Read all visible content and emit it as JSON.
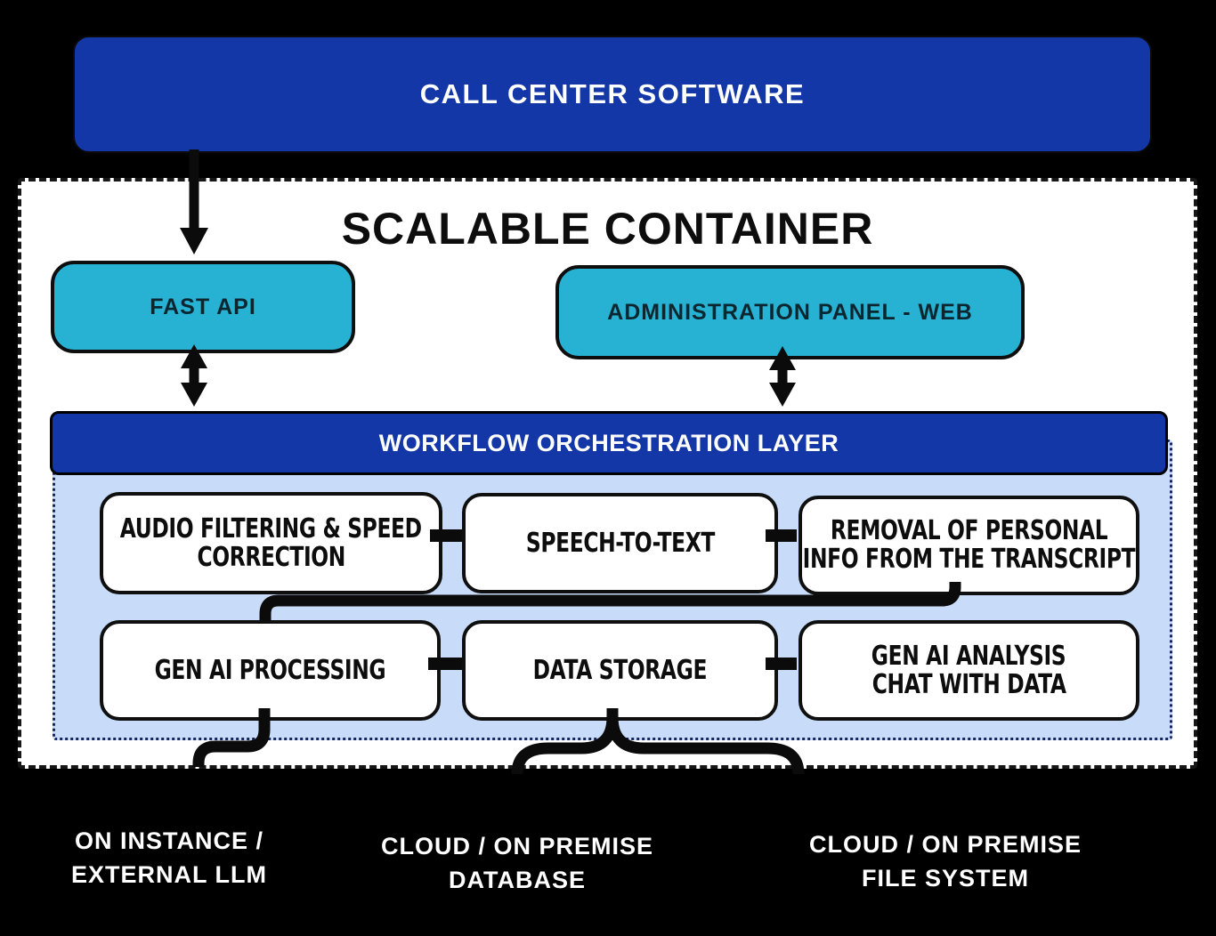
{
  "colors": {
    "background": "#000000",
    "primary_blue": "#1437a8",
    "cyan": "#27b2d4",
    "light_blue_panel": "#c8dcf9",
    "panel_dotted_border": "#16245e",
    "box_border": "#0f0f0f",
    "connector_black": "#0b0b0b",
    "text_white": "#ffffff",
    "text_dark": "#0d0d0d"
  },
  "top_banner": {
    "label": "CALL CENTER SOFTWARE"
  },
  "container": {
    "title": "SCALABLE CONTAINER",
    "fast_api": {
      "label": "FAST API"
    },
    "admin_panel": {
      "label": "ADMINISTRATION PANEL - WEB"
    },
    "workflow_bar": {
      "label": "WORKFLOW ORCHESTRATION LAYER"
    },
    "pipeline": {
      "row1": [
        {
          "lines": [
            "AUDIO FILTERING & SPEED",
            "CORRECTION"
          ]
        },
        {
          "lines": [
            "SPEECH-TO-TEXT"
          ]
        },
        {
          "lines": [
            "REMOVAL OF PERSONAL",
            "INFO FROM THE TRANSCRIPT"
          ]
        }
      ],
      "row2": [
        {
          "lines": [
            "GEN AI PROCESSING"
          ]
        },
        {
          "lines": [
            "DATA STORAGE"
          ]
        },
        {
          "lines": [
            "GEN AI ANALYSIS",
            "CHAT WITH DATA"
          ]
        }
      ]
    }
  },
  "external_labels": [
    {
      "lines": [
        "ON INSTANCE /",
        "EXTERNAL LLM"
      ]
    },
    {
      "lines": [
        "CLOUD / ON PREMISE",
        "DATABASE"
      ]
    },
    {
      "lines": [
        "CLOUD / ON PREMISE",
        "FILE SYSTEM"
      ]
    }
  ]
}
